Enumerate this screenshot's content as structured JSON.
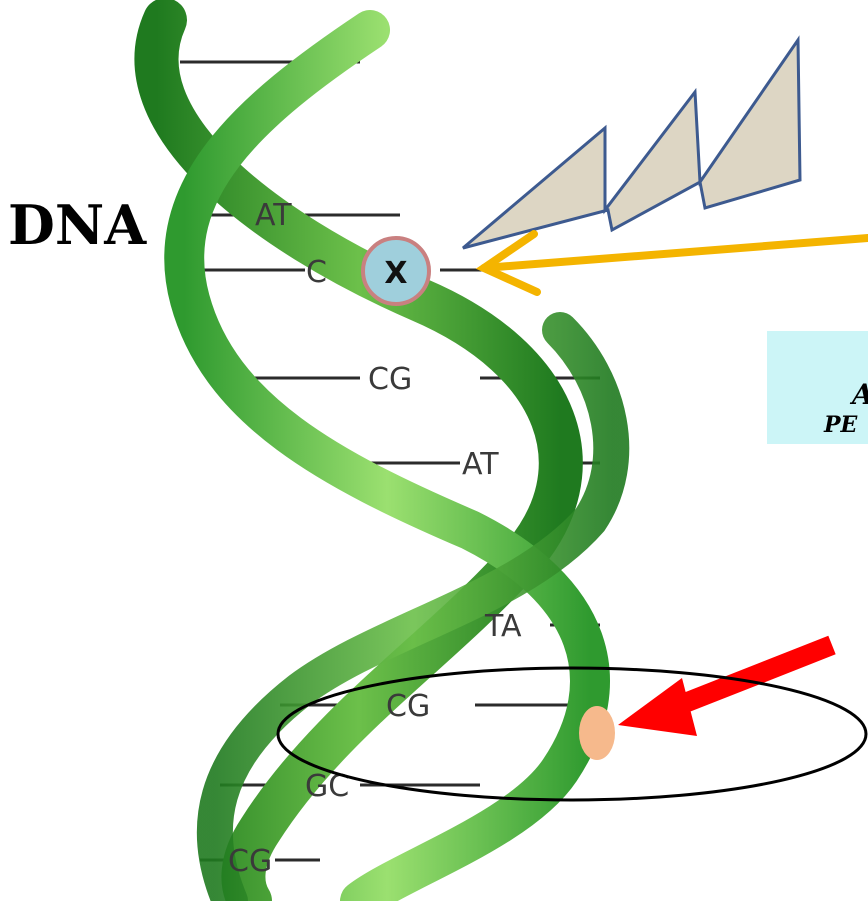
{
  "title": "DNA",
  "marker_label": "X",
  "base_pairs": [
    {
      "label": "AT"
    },
    {
      "label": "C"
    },
    {
      "label": "CG"
    },
    {
      "label": "AT"
    },
    {
      "label": "TA"
    },
    {
      "label": "CG"
    },
    {
      "label": "GC"
    },
    {
      "label": "CG"
    }
  ],
  "info_box": {
    "line1": "A",
    "line2": "PE"
  },
  "colors": {
    "helix_dark": "#2a8a2a",
    "helix_light": "#7ccc4a",
    "lightning_fill": "#ddd6c4",
    "lightning_stroke": "#3d5a8f",
    "yellow_arrow": "#f4b400",
    "red_arrow": "#ff0000",
    "marker_fill": "#9fcfdc",
    "marker_stroke": "#c98080",
    "info_box_bg": "#ccf5f7",
    "lesion_dot": "#f6b98c"
  }
}
